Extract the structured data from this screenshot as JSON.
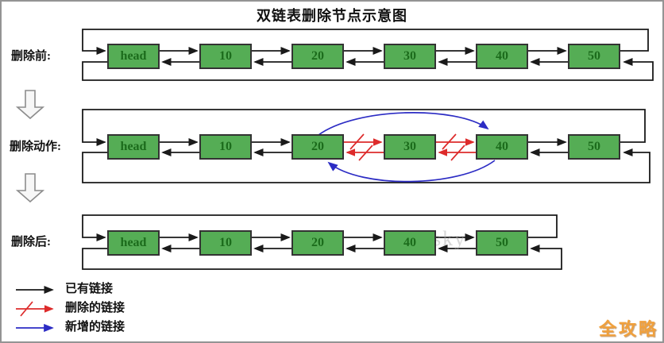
{
  "title": "双链表删除节点示意图",
  "rows": {
    "before": {
      "label": "删除前:",
      "nodes": [
        "head",
        "10",
        "20",
        "30",
        "40",
        "50"
      ]
    },
    "action": {
      "label": "删除动作:",
      "nodes": [
        "head",
        "10",
        "20",
        "30",
        "40",
        "50"
      ]
    },
    "after": {
      "label": "删除后:",
      "nodes": [
        "head",
        "10",
        "20",
        "40",
        "50"
      ]
    }
  },
  "legend": [
    {
      "icon": "existing-link-arrow",
      "label": "已有链接",
      "color": "#1a1a1a"
    },
    {
      "icon": "deleted-link-arrow",
      "label": "删除的链接",
      "color": "#dd2b2b"
    },
    {
      "icon": "new-link-arrow",
      "label": "新增的链接",
      "color": "#2c2cc4"
    }
  ],
  "watermarks": {
    "corner": "全攻略",
    "faint": "sky"
  },
  "colors": {
    "node_fill": "#55ad55",
    "node_border": "#333333",
    "node_text": "#1b6b1b",
    "existing_link": "#1a1a1a",
    "deleted_link": "#dd2b2b",
    "new_link": "#2c2cc4",
    "corner_watermark": "#f0a03c"
  }
}
